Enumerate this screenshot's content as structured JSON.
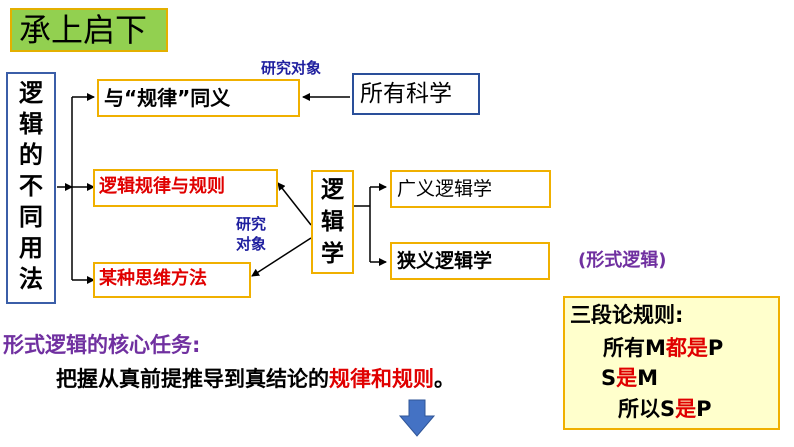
{
  "title": "承上启下",
  "left_label": [
    "逻",
    "辑",
    "的",
    "不",
    "同",
    "用",
    "法"
  ],
  "meaning_law": "与“规律”同义",
  "research_object_top": "研究对象",
  "all_science": "所有科学",
  "logic_rules": "逻辑规律与规则",
  "thinking_method": "某种思维方法",
  "research_object_side": [
    "研究",
    "对象"
  ],
  "logic_vertical": [
    "逻",
    "辑",
    "学"
  ],
  "broad_logic": "广义逻辑学",
  "narrow_logic": "狭义逻辑学",
  "formal_logic_note": "(形式逻辑)",
  "core_task_title": "形式逻辑的核心任务:",
  "core_task_body": "把握从真前提推导到真结论的",
  "core_task_highlight": "规律和规则",
  "core_task_end": "。",
  "syllogism": {
    "title": "三段论规则:",
    "line1_a": "所有M",
    "line1_b": "都是",
    "line1_c": "P",
    "line2_a": "S",
    "line2_b": "是",
    "line2_c": "M",
    "line3_a": "所以S",
    "line3_b": "是",
    "line3_c": "P"
  },
  "colors": {
    "green_fill": "#92d050",
    "orange_border": "#f0b000",
    "yellow_fill": "#ffffcc",
    "red_text": "#e00000",
    "purple_text": "#7030a0",
    "navy_text": "#1f1f9f",
    "arrow_blue": "#4472c4"
  }
}
